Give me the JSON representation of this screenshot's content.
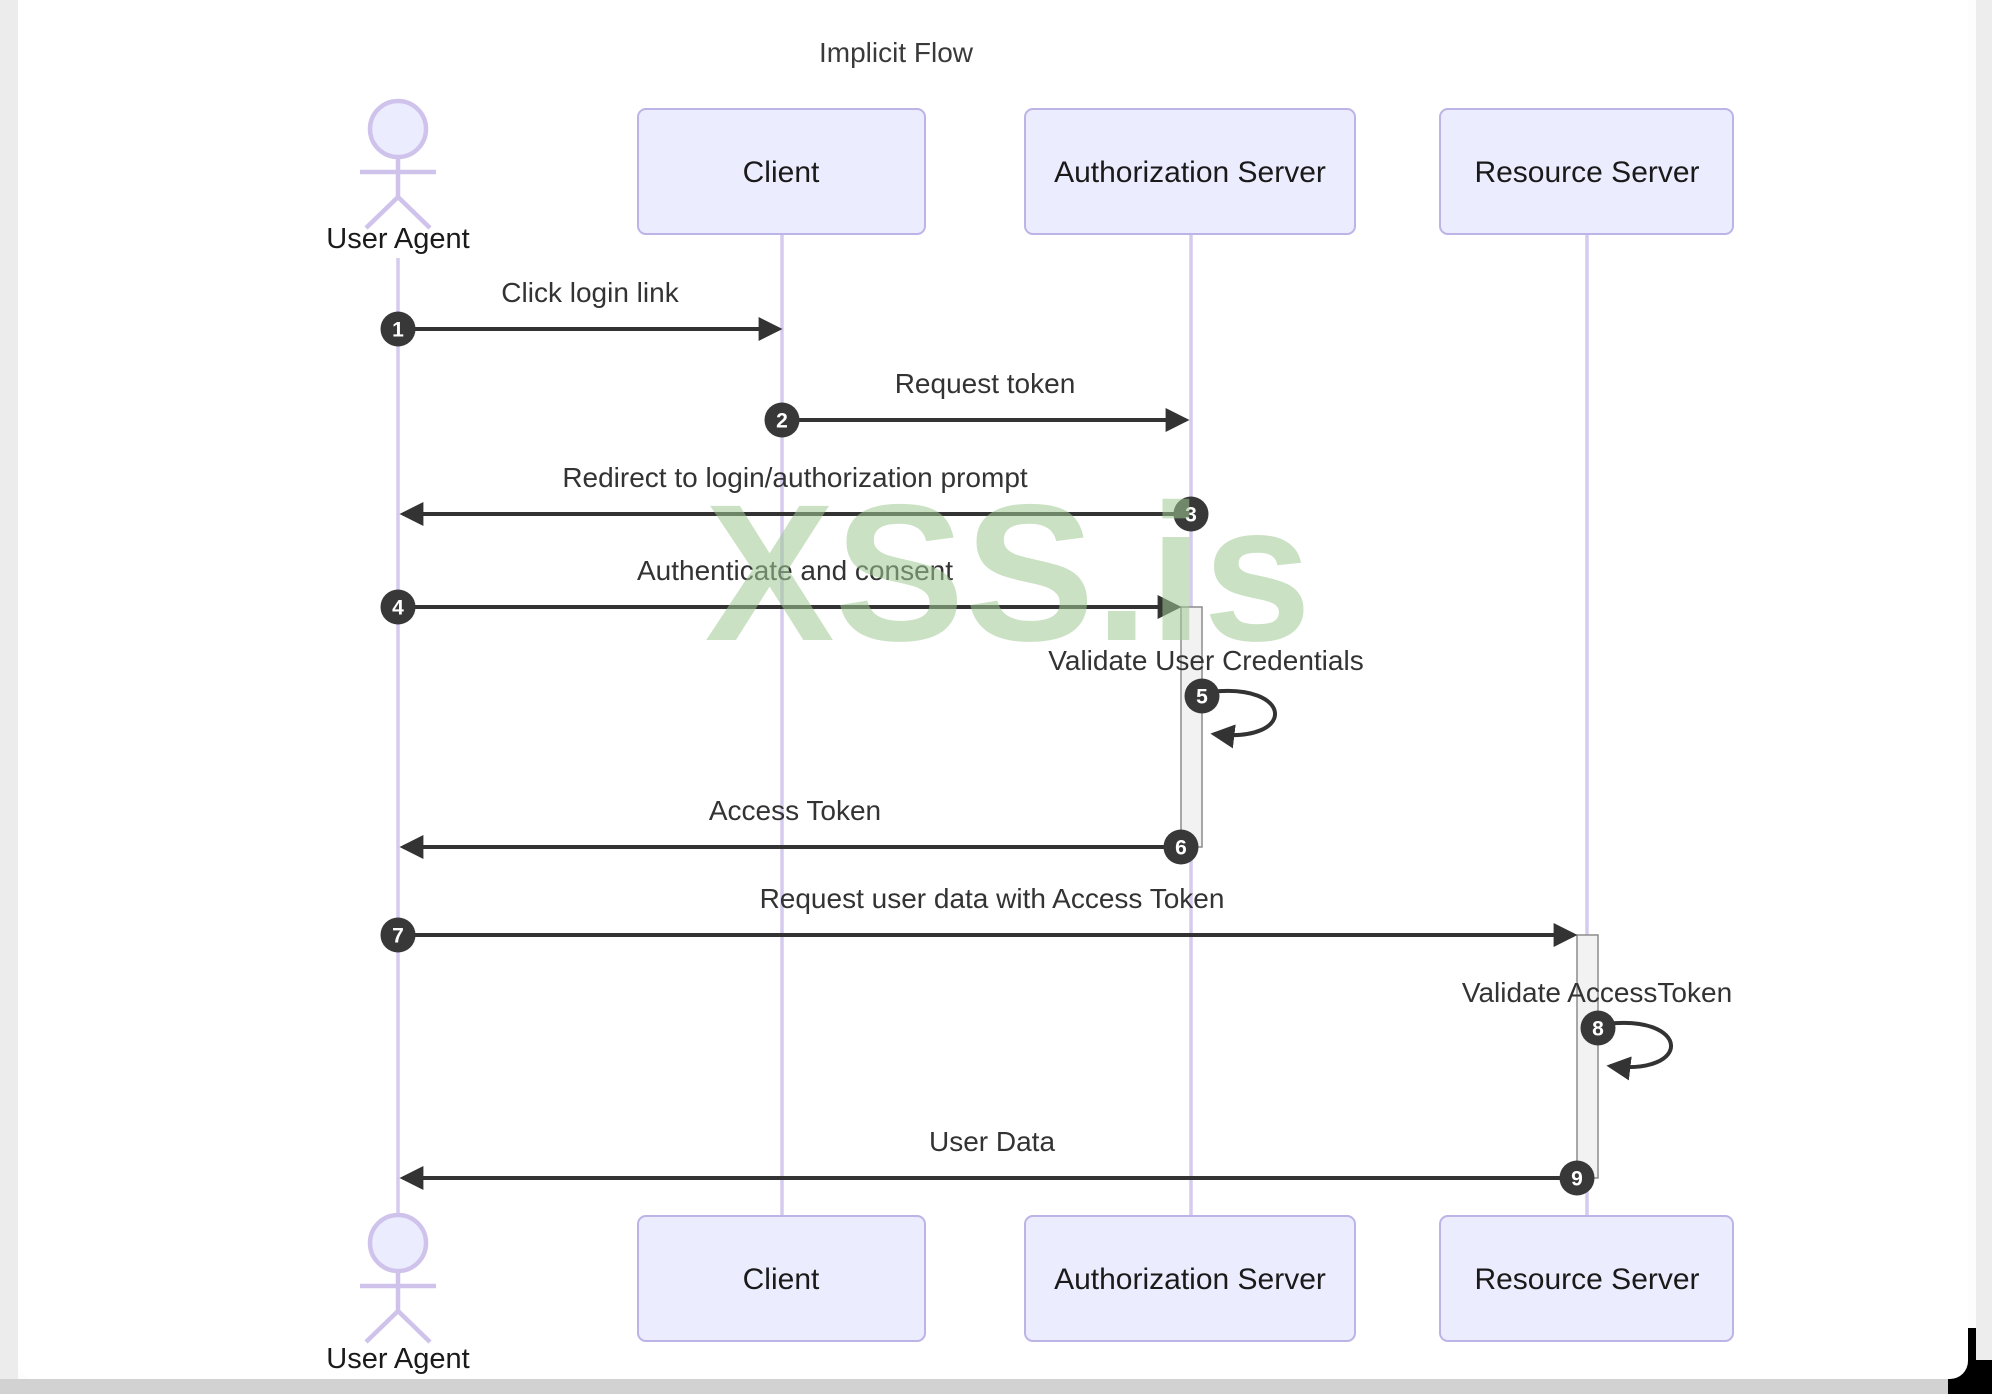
{
  "diagram": {
    "title": "Implicit Flow",
    "watermark": "XSS.is",
    "participants": [
      {
        "id": "user-agent",
        "label": "User Agent",
        "type": "actor"
      },
      {
        "id": "client",
        "label": "Client",
        "type": "participant"
      },
      {
        "id": "authorization-server",
        "label": "Authorization Server",
        "type": "participant"
      },
      {
        "id": "resource-server",
        "label": "Resource Server",
        "type": "participant"
      }
    ],
    "messages": [
      {
        "num": "1",
        "label": "Click login link",
        "from": "User Agent",
        "to": "Client",
        "kind": "arrow"
      },
      {
        "num": "2",
        "label": "Request token",
        "from": "Client",
        "to": "Authorization Server",
        "kind": "arrow"
      },
      {
        "num": "3",
        "label": "Redirect to login/authorization prompt",
        "from": "Authorization Server",
        "to": "User Agent",
        "kind": "arrow"
      },
      {
        "num": "4",
        "label": "Authenticate and consent",
        "from": "User Agent",
        "to": "Authorization Server",
        "kind": "arrow"
      },
      {
        "num": "5",
        "label": "Validate User Credentials",
        "from": "Authorization Server",
        "to": "Authorization Server",
        "kind": "self-loop"
      },
      {
        "num": "6",
        "label": "Access Token",
        "from": "Authorization Server",
        "to": "User Agent",
        "kind": "arrow"
      },
      {
        "num": "7",
        "label": "Request user data with Access Token",
        "from": "User Agent",
        "to": "Resource Server",
        "kind": "arrow"
      },
      {
        "num": "8",
        "label": "Validate AccessToken",
        "from": "Resource Server",
        "to": "Resource Server",
        "kind": "self-loop"
      },
      {
        "num": "9",
        "label": "User Data",
        "from": "Resource Server",
        "to": "User Agent",
        "kind": "arrow"
      }
    ],
    "colors": {
      "participant_fill": "#ECECFF",
      "participant_border": "#bcb3e6",
      "lifeline": "#d5cbef",
      "message_line": "#333333",
      "activation_fill": "#f2f2f2",
      "activation_border": "#8c8c8c",
      "number_badge": "#383838",
      "watermark_green": "#9ec894"
    }
  }
}
